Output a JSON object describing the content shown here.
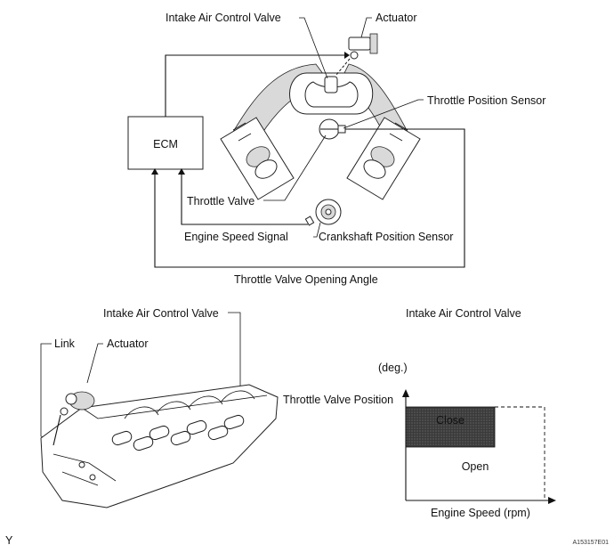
{
  "top_diagram": {
    "labels": {
      "intake_air_control_valve": "Intake Air Control Valve",
      "actuator": "Actuator",
      "throttle_position_sensor": "Throttle Position Sensor",
      "ecm": "ECM",
      "throttle_valve": "Throttle Valve",
      "engine_speed_signal": "Engine Speed Signal",
      "crankshaft_position_sensor": "Crankshaft Position Sensor",
      "throttle_valve_opening_angle": "Throttle Valve Opening Angle"
    }
  },
  "bottom_left": {
    "labels": {
      "intake_air_control_valve": "Intake Air Control Valve",
      "link": "Link",
      "actuator": "Actuator"
    }
  },
  "graph": {
    "title": "Intake Air Control Valve",
    "unit": "(deg.)",
    "y_axis_label": "Throttle Valve Position",
    "x_axis_label": "Engine Speed (rpm)",
    "regions": {
      "close": "Close",
      "open": "Open"
    }
  },
  "footer": {
    "left_code": "Y",
    "figure_id": "A153157E01"
  }
}
